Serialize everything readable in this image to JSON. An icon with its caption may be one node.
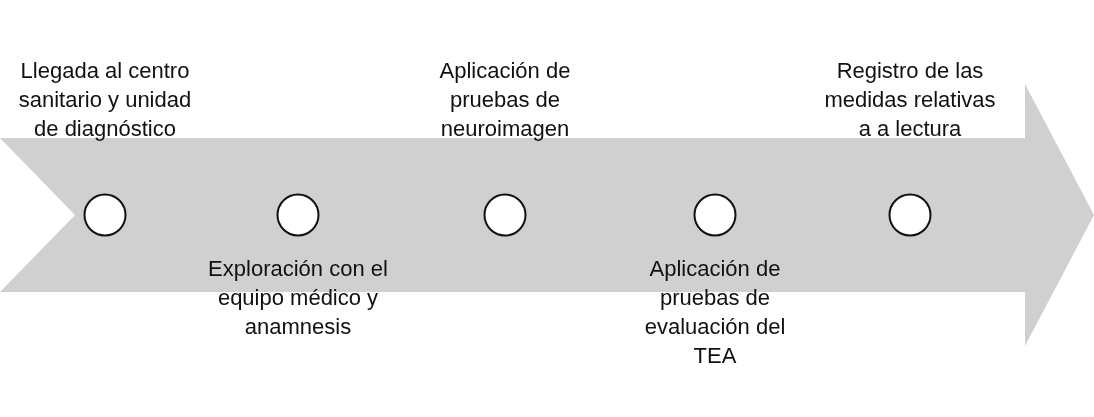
{
  "diagram": {
    "nodes": [
      {
        "text": [],
        "shape": "circle",
        "beside": [
          "Llegada al centro sanitario y unidad de diagnóstico"
        ]
      },
      {
        "text": [],
        "shape": "circle",
        "beside": [
          "Exploración con el equipo médico y anamnesis"
        ]
      },
      {
        "text": [],
        "shape": "circle",
        "beside": [
          "Aplicación de pruebas de neuroimagen"
        ]
      },
      {
        "text": [],
        "shape": "circle",
        "beside": [
          "Aplicación de pruebas de evaluación del TEA"
        ]
      },
      {
        "text": [],
        "shape": "circle",
        "beside": [
          "Registro de las medidas relativas a a lectura"
        ]
      }
    ],
    "edges": []
  }
}
